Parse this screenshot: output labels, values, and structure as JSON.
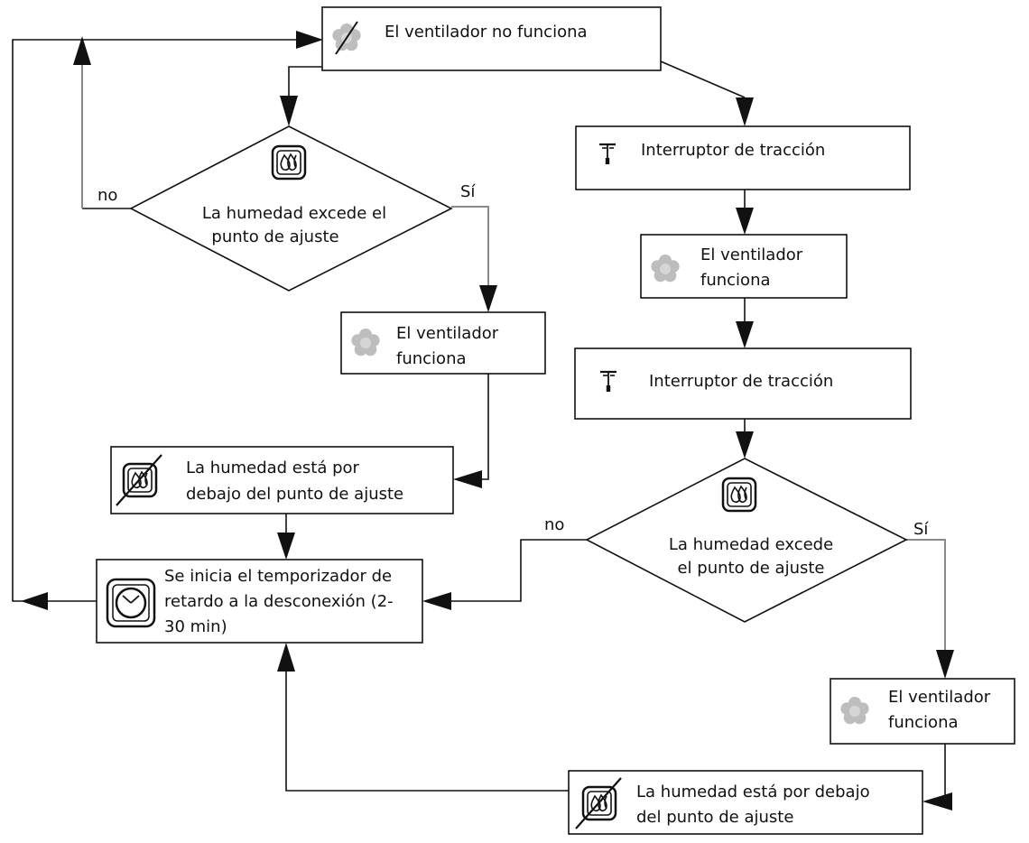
{
  "nodes": {
    "fan_off": {
      "text": "El ventilador no funciona",
      "icon": "fan-off-icon"
    },
    "pull_switch_1": {
      "text": "Interruptor de tracción",
      "icon": "pull-switch-icon"
    },
    "fan_on_right_1": {
      "line1": "El ventilador",
      "line2": "funciona",
      "icon": "fan-icon"
    },
    "pull_switch_2": {
      "text": "Interruptor de tracción",
      "icon": "pull-switch-icon"
    },
    "humidity_decision_left": {
      "line1": "La humedad excede el",
      "line2": "punto de ajuste",
      "icon": "humidity-icon"
    },
    "fan_on_left": {
      "line1": "El ventilador",
      "line2": "funciona",
      "icon": "fan-icon"
    },
    "humidity_below_left": {
      "line1": "La humedad está por",
      "line2": "debajo del punto de ajuste",
      "icon": "humidity-off-icon"
    },
    "timer": {
      "line1": "Se inicia el temporizador de",
      "line2": "retardo a la desconexión (2-",
      "line3": "30 min)",
      "icon": "clock-icon"
    },
    "humidity_decision_right": {
      "line1": "La humedad excede",
      "line2": "el punto de ajuste",
      "icon": "humidity-icon"
    },
    "fan_on_right_2": {
      "line1": "El ventilador",
      "line2": "funciona",
      "icon": "fan-icon"
    },
    "humidity_below_right": {
      "line1": "La humedad está por debajo",
      "line2": "del punto de ajuste",
      "icon": "humidity-off-icon"
    }
  },
  "edge_labels": {
    "left_no": "no",
    "left_yes": "Sí",
    "right_no": "no",
    "right_yes": "Sí"
  },
  "colors": {
    "line": "#111111",
    "yes_branch_line": "#8a8a8a",
    "fan_icon": "#bdbdbd"
  }
}
